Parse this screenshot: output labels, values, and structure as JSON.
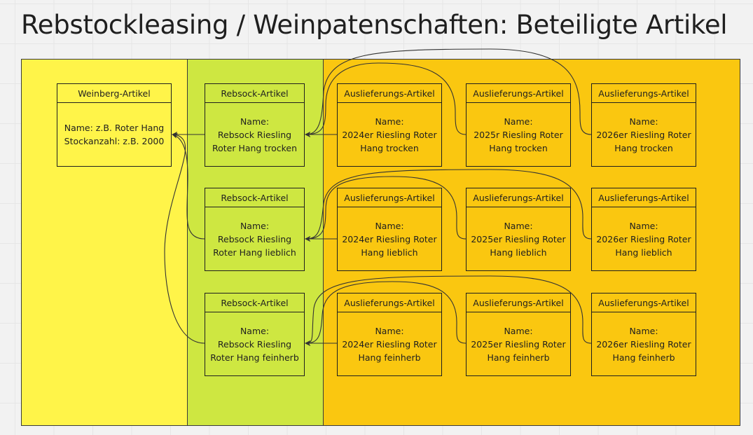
{
  "title": "Rebstockleasing / Weinpatenschaften: Beteiligte Artikel",
  "colors": {
    "lane_weinberg": "#fff449",
    "lane_rebstock": "#cee741",
    "lane_auslieferung": "#fac710",
    "border": "#1f1f1f"
  },
  "weinberg": {
    "header": "Weinberg-Artikel",
    "lines": [
      "Name: z.B. Roter Hang",
      "Stockanzahl: z.B. 2000"
    ]
  },
  "rebstock": [
    {
      "header": "Rebsock-Artikel",
      "lines": [
        "Name:",
        "Rebsock Riesling",
        "Roter Hang trocken"
      ]
    },
    {
      "header": "Rebsock-Artikel",
      "lines": [
        "Name:",
        "Rebsock Riesling",
        "Roter Hang lieblich"
      ]
    },
    {
      "header": "Rebsock-Artikel",
      "lines": [
        "Name:",
        "Rebsock Riesling",
        "Roter Hang feinherb"
      ]
    }
  ],
  "auslieferung": [
    [
      {
        "header": "Auslieferungs-Artikel",
        "lines": [
          "Name:",
          "2024er Riesling Roter",
          "Hang trocken"
        ]
      },
      {
        "header": "Auslieferungs-Artikel",
        "lines": [
          "Name:",
          "2025r Riesling Roter",
          "Hang trocken"
        ]
      },
      {
        "header": "Auslieferungs-Artikel",
        "lines": [
          "Name:",
          "2026er Riesling Roter",
          "Hang trocken"
        ]
      }
    ],
    [
      {
        "header": "Auslieferungs-Artikel",
        "lines": [
          "Name:",
          "2024er Riesling Roter",
          "Hang lieblich"
        ]
      },
      {
        "header": "Auslieferungs-Artikel",
        "lines": [
          "Name:",
          "2025er Riesling Roter",
          "Hang lieblich"
        ]
      },
      {
        "header": "Auslieferungs-Artikel",
        "lines": [
          "Name:",
          "2026er Riesling Roter",
          "Hang lieblich"
        ]
      }
    ],
    [
      {
        "header": "Auslieferungs-Artikel",
        "lines": [
          "Name:",
          "2024er Riesling Roter",
          "Hang feinherb"
        ]
      },
      {
        "header": "Auslieferungs-Artikel",
        "lines": [
          "Name:",
          "2025er Riesling Roter",
          "Hang feinherb"
        ]
      },
      {
        "header": "Auslieferungs-Artikel",
        "lines": [
          "Name:",
          "2026er Riesling Roter",
          "Hang feinherb"
        ]
      }
    ]
  ]
}
